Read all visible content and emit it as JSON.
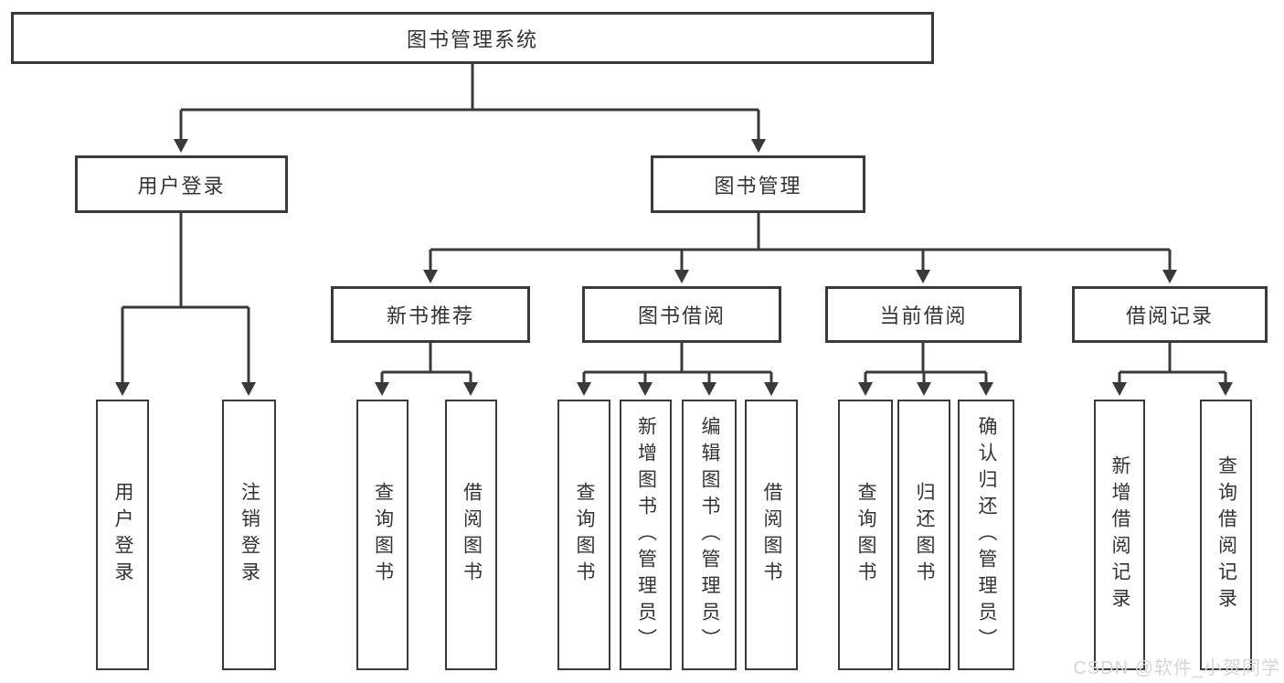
{
  "tree": {
    "label": "图书管理系统",
    "children": [
      {
        "label": "用户登录",
        "children": [
          {
            "label": "用户登录"
          },
          {
            "label": "注销登录"
          }
        ]
      },
      {
        "label": "图书管理",
        "children": [
          {
            "label": "新书推荐",
            "children": [
              {
                "label": "查询图书"
              },
              {
                "label": "借阅图书"
              }
            ]
          },
          {
            "label": "图书借阅",
            "children": [
              {
                "label": "查询图书"
              },
              {
                "label": "新增图书（管理员）"
              },
              {
                "label": "编辑图书（管理员）"
              },
              {
                "label": "借阅图书"
              }
            ]
          },
          {
            "label": "当前借阅",
            "children": [
              {
                "label": "查询图书"
              },
              {
                "label": "归还图书"
              },
              {
                "label": "确认归还（管理员）"
              }
            ]
          },
          {
            "label": "借阅记录",
            "children": [
              {
                "label": "新增借阅记录"
              },
              {
                "label": "查询借阅记录"
              }
            ]
          }
        ]
      }
    ]
  },
  "watermark": {
    "text": "CSDN @软件_小贺同学"
  },
  "colors": {
    "line": "#3a3a3a",
    "text": "#333333",
    "box_background": "#ffffff",
    "page_background": "#ffffff",
    "watermark": "#d5d5d5"
  }
}
